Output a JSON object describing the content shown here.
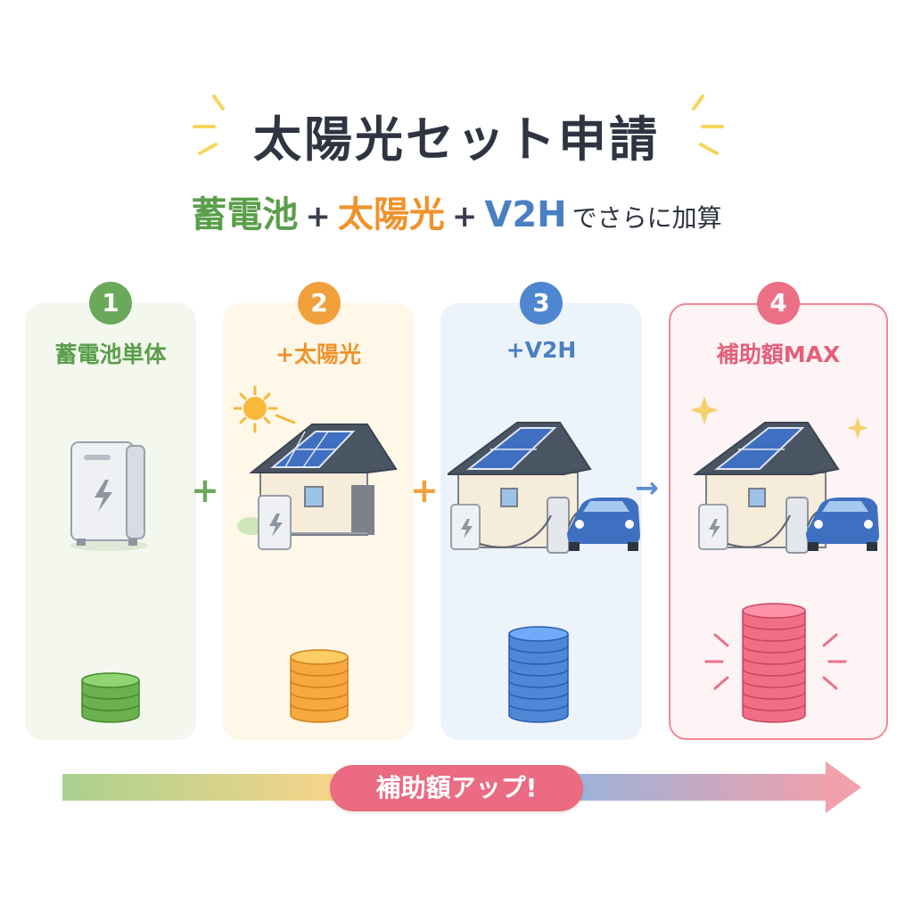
{
  "header": {
    "title": "太陽光セット申請",
    "subtitle_parts": [
      "蓄電池",
      "+",
      "太陽光",
      "+",
      "V2H",
      "でさらに加算"
    ]
  },
  "steps": [
    {
      "number": "1",
      "label": "蓄電池単体",
      "color": "#5a9e4a",
      "coin_color": "#6bb24f",
      "coin_count": 3
    },
    {
      "number": "2",
      "label": "+太陽光",
      "color": "#f0922b",
      "coin_color": "#f7a940",
      "coin_count": 5
    },
    {
      "number": "3",
      "label": "+V2H",
      "color": "#4a7fc1",
      "coin_color": "#4f86d6",
      "coin_count": 7
    },
    {
      "number": "4",
      "label": "補助額MAX",
      "color": "#e4607a",
      "coin_color": "#f06f85",
      "coin_count": 9
    }
  ],
  "connectors": [
    "+",
    "+",
    "→"
  ],
  "footer": {
    "badge_text": "補助額アップ!",
    "badge_color": "#ea6b82"
  }
}
